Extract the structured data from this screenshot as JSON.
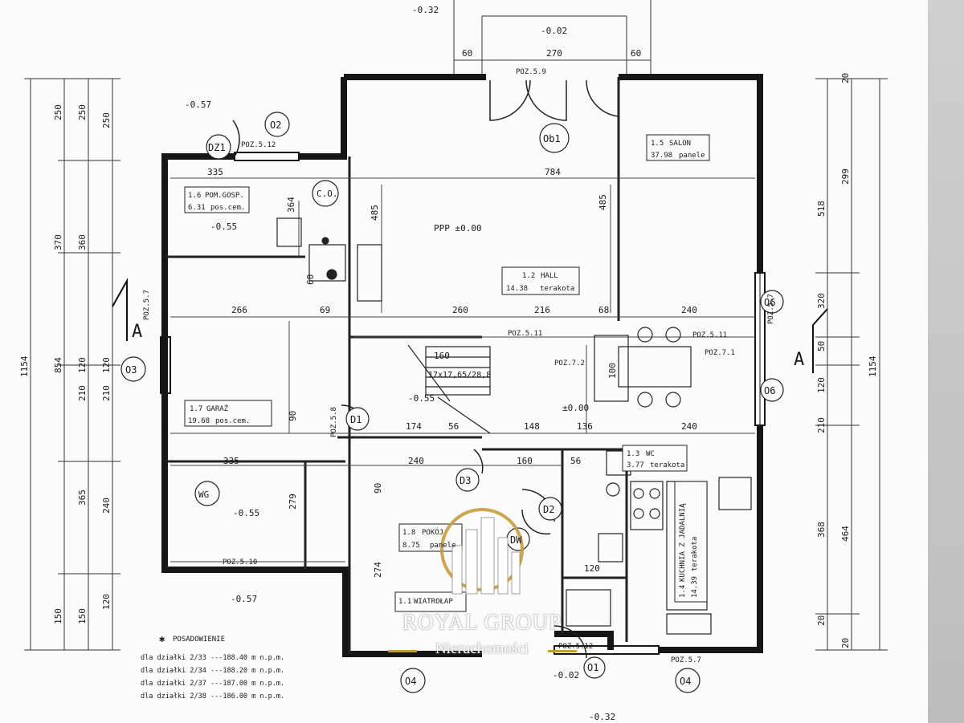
{
  "plan": {
    "top_dims": [
      "60",
      "270",
      "60"
    ],
    "top_levels": [
      "-0.32",
      "-0.02"
    ],
    "bottom_levels": [
      "-0.02",
      "-0.32"
    ],
    "poz_labels": {
      "p59": "POZ.5.9",
      "p512a": "POZ.5.12",
      "p512b": "POZ.5.12",
      "p511a": "POZ.5.11",
      "p511b": "POZ.5.11",
      "p57a": "POZ.5.7",
      "p57b": "POZ.5.7",
      "p57c": "POZ.5.7",
      "p58": "POZ.5.8",
      "p510": "POZ.5.10",
      "p72": "POZ.7.2",
      "p71": "POZ.7.1"
    },
    "levels": {
      "l1": "-0.57",
      "l2": "-0.55",
      "l3": "-0.55",
      "l4": "-0.55",
      "l5": "-0.57",
      "l6": "±0.00",
      "ppp": "PPP ±0.00"
    },
    "axis_marks": [
      "O2",
      "O3",
      "O4",
      "O4",
      "O1",
      "O6",
      "O6"
    ],
    "door_marks": [
      "Ob1",
      "DZ1",
      "D1",
      "D2",
      "D3",
      "DW",
      "O1"
    ],
    "symbols": {
      "cd": "C.O.",
      "wg": "WG"
    },
    "section_marks": [
      "A",
      "A"
    ],
    "inner_dims": [
      "335",
      "784",
      "485",
      "485",
      "266",
      "69",
      "260",
      "216",
      "68",
      "240",
      "174",
      "148",
      "136",
      "240",
      "335",
      "240",
      "160",
      "56",
      "120",
      "364",
      "60",
      "90",
      "279",
      "274",
      "90",
      "100",
      "160",
      "56"
    ],
    "stair": "17x17,65/28,8",
    "rooms": [
      {
        "num": "1.5",
        "name": "SALON",
        "area": "37.98",
        "finish": "panele"
      },
      {
        "num": "1.6",
        "name": "POM.GOSP.",
        "area": "6.31",
        "finish": "pos.cem."
      },
      {
        "num": "1.2",
        "name": "HALL",
        "area": "14.38",
        "finish": "terakota"
      },
      {
        "num": "1.7",
        "name": "GARAŻ",
        "area": "19.68",
        "finish": "pos.cem."
      },
      {
        "num": "1.3",
        "name": "WC",
        "area": "3.77",
        "finish": "terakota"
      },
      {
        "num": "1.8",
        "name": "POKÓJ",
        "area": "8.75",
        "finish": "panele"
      },
      {
        "num": "1.1",
        "name": "WIATROŁAP",
        "area": "",
        "finish": ""
      },
      {
        "num": "1.4",
        "name": "KUCHNIA Z JADALNIĄ",
        "area": "14.39",
        "finish": "terakota"
      }
    ],
    "left_dims_outer": "1154",
    "left_dims_mid": [
      "250",
      "370",
      "854",
      "150"
    ],
    "left_dims_inner": [
      "250",
      "360",
      "120",
      "210",
      "365",
      "150"
    ],
    "left_dims_innermost": [
      "250",
      "120",
      "210",
      "240",
      "120"
    ],
    "right_dims_outer": "1154",
    "right_dims_mid": [
      "299",
      "464",
      "20",
      "20"
    ],
    "right_dims_inner": [
      "518",
      "320",
      "50",
      "120",
      "210",
      "368",
      "20"
    ],
    "legend": {
      "heading": "POSADOWIENIE",
      "lines": [
        "dla działki 2/33  ---188.40 m n.p.m.",
        "dla działki 2/34  ---188.20 m n.p.m.",
        "dla działki 2/37  ---187.00 m n.p.m.",
        "dla działki 2/38  ---186.00 m n.p.m."
      ]
    }
  },
  "watermark": {
    "title": "ROYAL GROUP",
    "subtitle": "Nieruchomości",
    "accent": "#c89a3c"
  },
  "colors": {
    "wall": "#161616",
    "line": "#2a2a2a",
    "paper": "#fbfbfb"
  }
}
